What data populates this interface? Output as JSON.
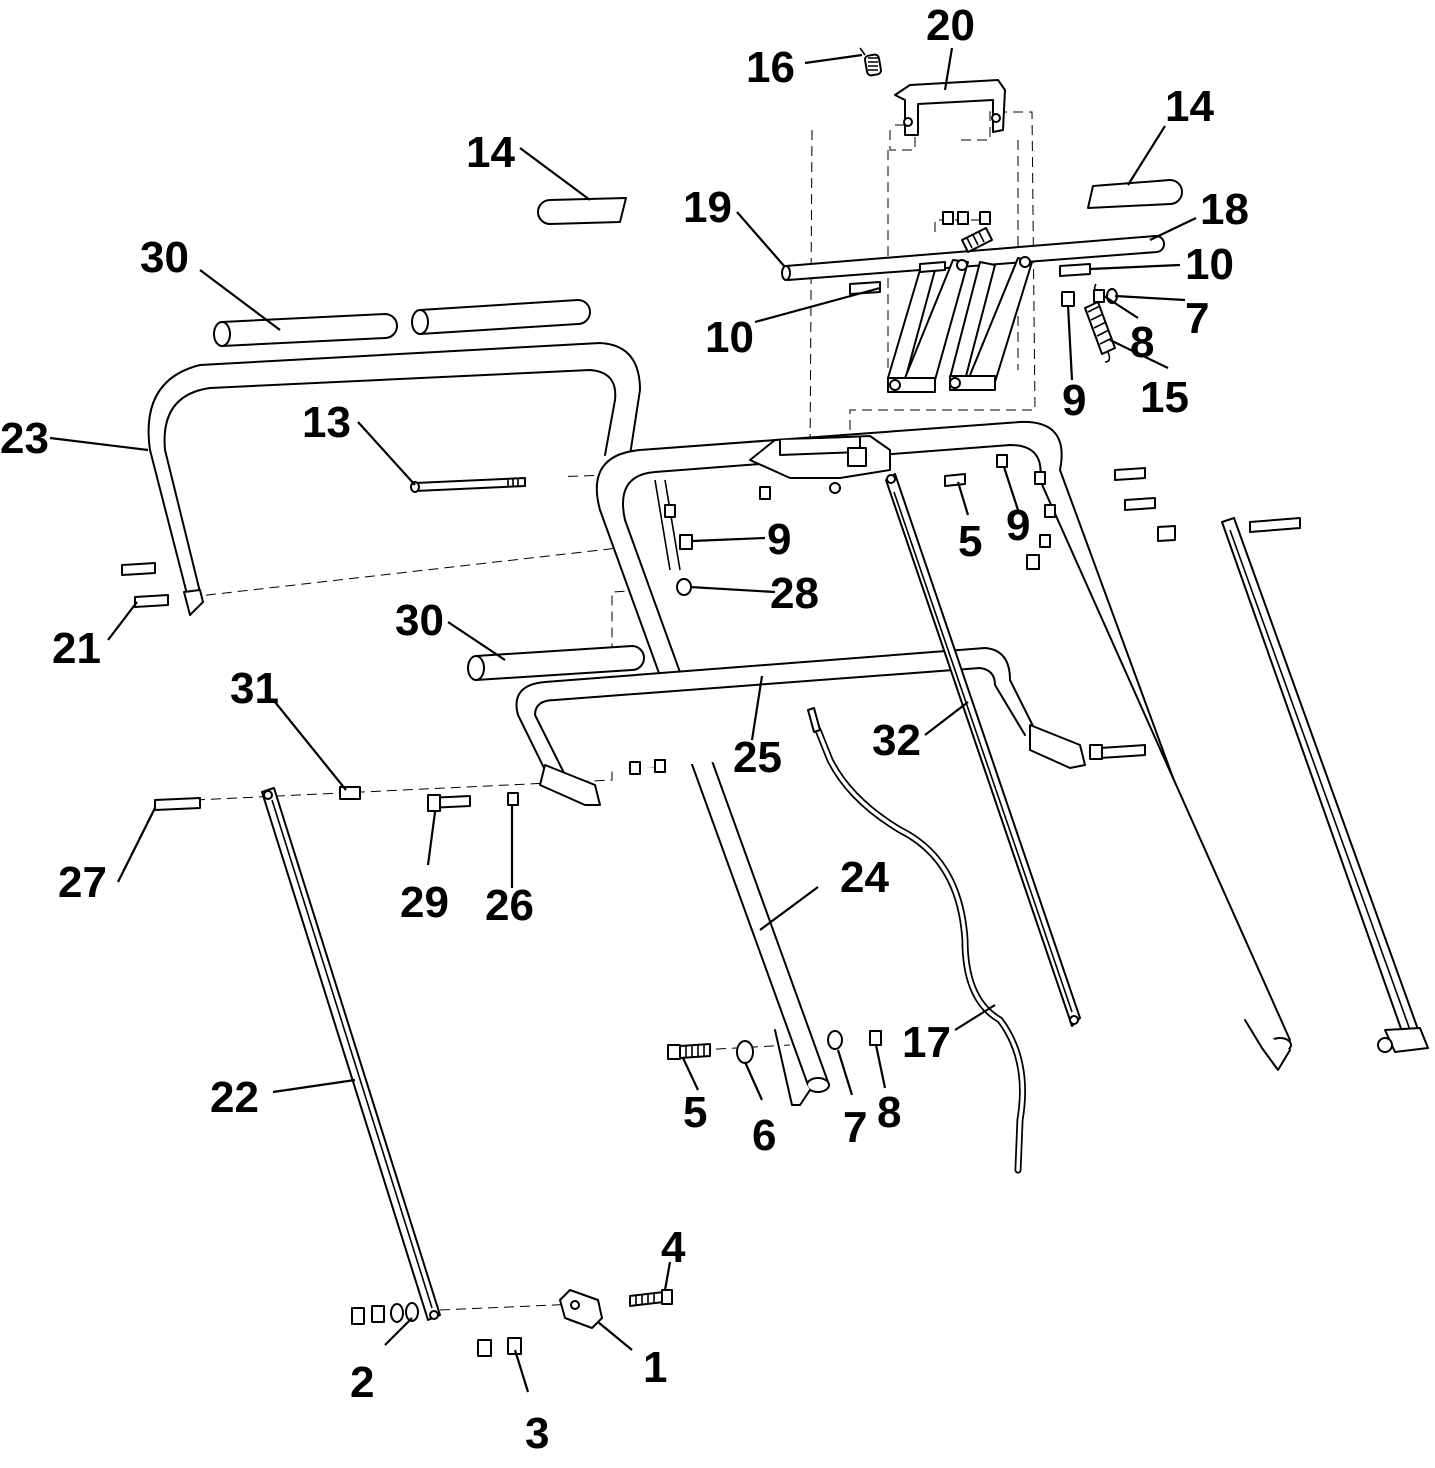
{
  "diagram": {
    "labels": {
      "part_1": "1",
      "part_2": "2",
      "part_3": "3",
      "part_4": "4",
      "part_5a": "5",
      "part_5b": "5",
      "part_6": "6",
      "part_7a": "7",
      "part_7b": "7",
      "part_8a": "8",
      "part_8b": "8",
      "part_9a": "9",
      "part_9b": "9",
      "part_9c": "9",
      "part_10a": "10",
      "part_10b": "10",
      "part_13": "13",
      "part_14a": "14",
      "part_14b": "14",
      "part_15": "15",
      "part_16": "16",
      "part_17": "17",
      "part_18": "18",
      "part_19": "19",
      "part_20": "20",
      "part_21": "21",
      "part_22": "22",
      "part_23": "23",
      "part_24": "24",
      "part_25": "25",
      "part_26": "26",
      "part_27": "27",
      "part_28": "28",
      "part_29": "29",
      "part_30a": "30",
      "part_30b": "30",
      "part_31": "31",
      "part_32": "32"
    }
  }
}
